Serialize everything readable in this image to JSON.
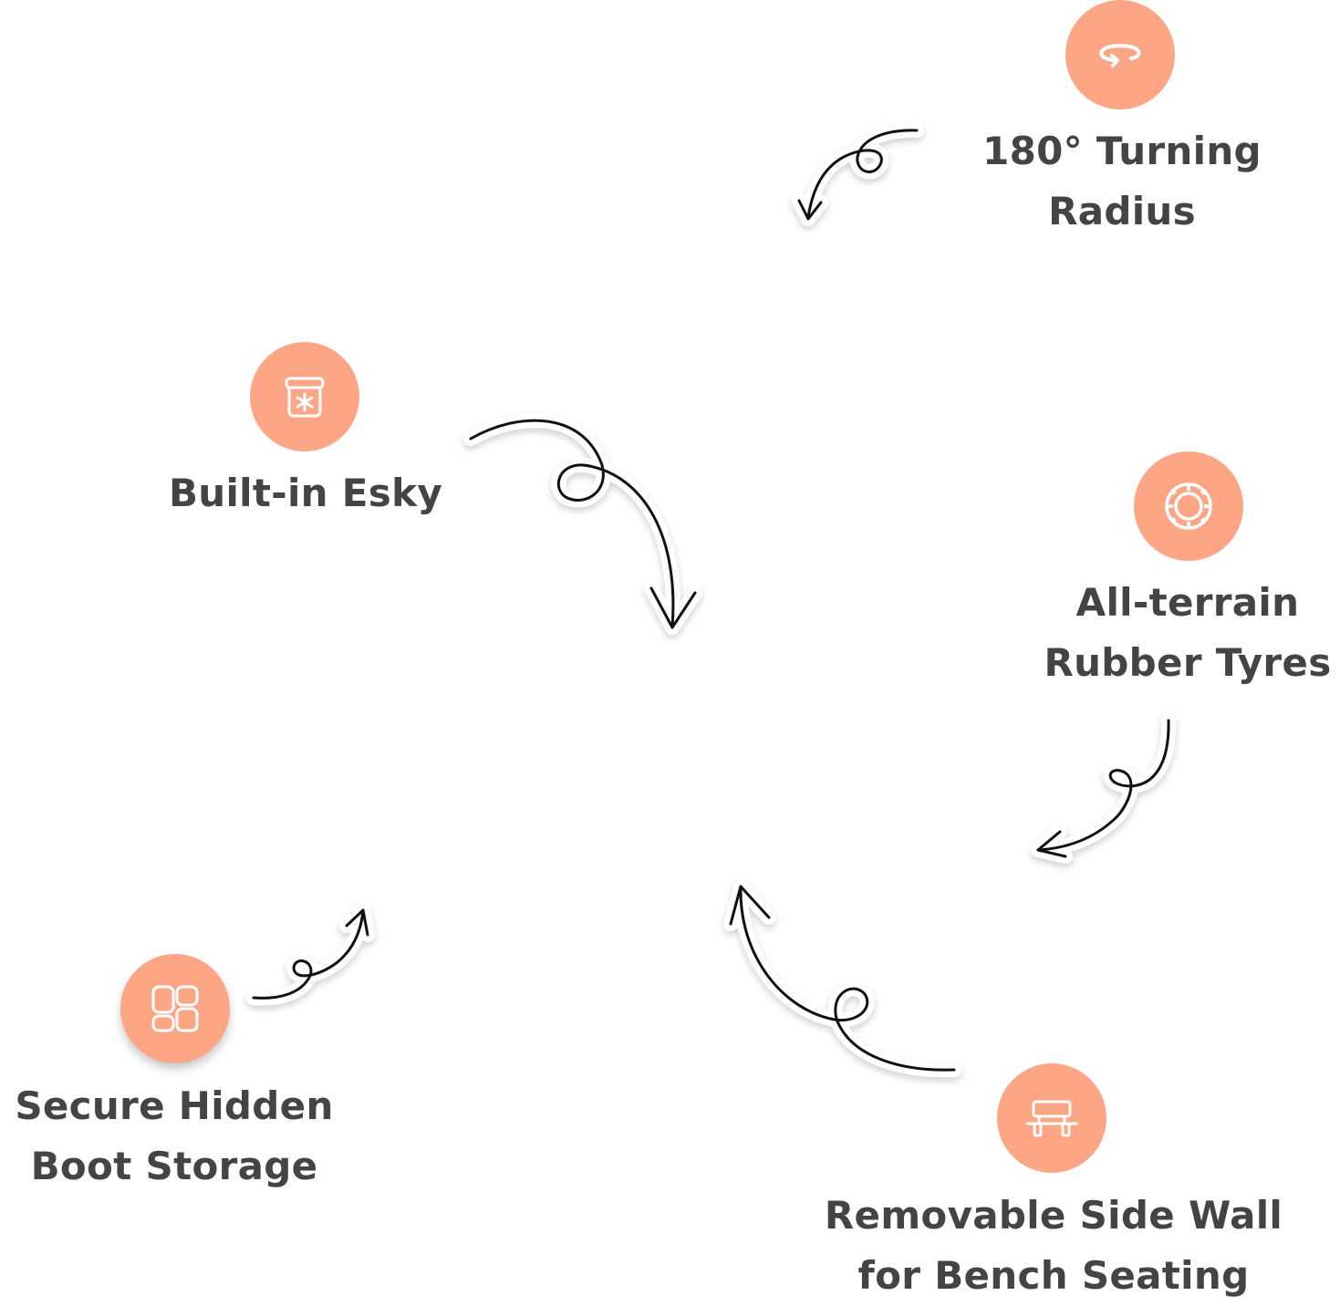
{
  "accent_color": "#FDA685",
  "text_color": "#444444",
  "features": [
    {
      "id": "turning",
      "icon": "rotate-360-icon",
      "lines": [
        "180°  Turning",
        "Radius"
      ]
    },
    {
      "id": "esky",
      "icon": "cooler-snowflake-icon",
      "lines": [
        "Built-in Esky"
      ]
    },
    {
      "id": "tyres",
      "icon": "tyre-icon",
      "lines": [
        "All-terrain",
        "Rubber Tyres"
      ]
    },
    {
      "id": "storage",
      "icon": "storage-compartments-icon",
      "lines": [
        "Secure Hidden",
        "Boot Storage"
      ]
    },
    {
      "id": "bench",
      "icon": "bench-icon",
      "lines": [
        "Removable Side Wall",
        "for Bench Seating"
      ]
    }
  ]
}
